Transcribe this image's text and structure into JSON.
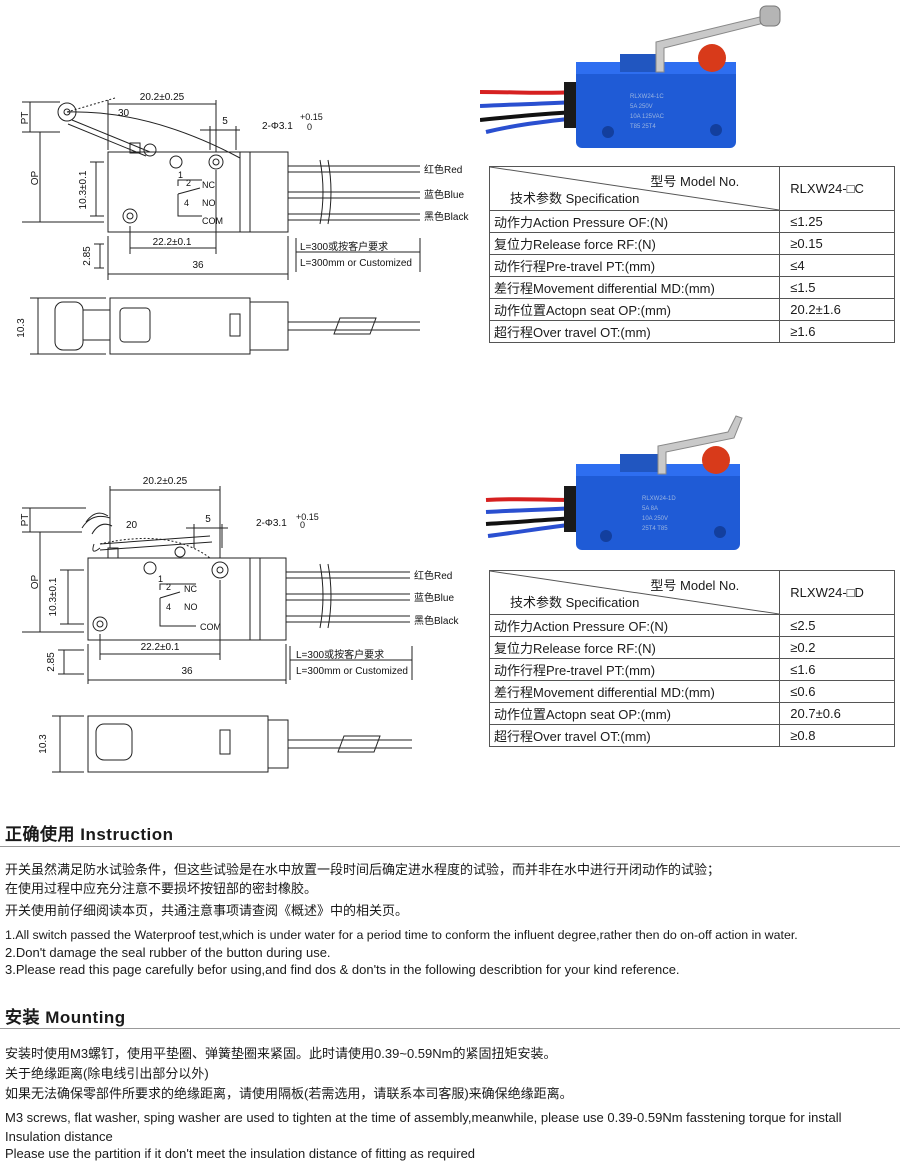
{
  "drawing1": {
    "pt": "PT",
    "op": "OP",
    "angle": "30",
    "dim_top": "20.2±0.25",
    "dim_5": "5",
    "hole": "2-Φ3.1",
    "hole_tol_up": "+0.15",
    "hole_tol_low": "0",
    "dim_height": "10.3±0.1",
    "dim_bottom": "22.2±0.1",
    "dim_285": "2.85",
    "dim_36": "36",
    "nc": "NC",
    "no": "NO",
    "com": "COM",
    "pin1": "1",
    "pin2": "2",
    "pin4": "4",
    "wire_red": "红色Red",
    "wire_blue": "蓝色Blue",
    "wire_black": "黑色Black",
    "length_cn": "L=300或按客户要求",
    "length_en": "L=300mm or Customized",
    "side_height": "10.3"
  },
  "drawing2": {
    "pt": "PT",
    "op": "OP",
    "angle": "20",
    "dim_top": "20.2±0.25",
    "dim_5": "5",
    "hole": "2-Φ3.1",
    "hole_tol_up": "+0.15",
    "hole_tol_low": "0",
    "dim_height": "10.3±0.1",
    "dim_bottom": "22.2±0.1",
    "dim_285": "2.85",
    "dim_36": "36",
    "nc": "NC",
    "no": "NO",
    "com": "COM",
    "pin1": "1",
    "pin2": "2",
    "pin4": "4",
    "wire_red": "红色Red",
    "wire_blue": "蓝色Blue",
    "wire_black": "黑色Black",
    "length_cn": "L=300或按客户要求",
    "length_en": "L=300mm or Customized",
    "side_height": "10.3"
  },
  "photo1": {
    "body_text": [
      "RLXW24-1C",
      "5A 250V",
      "10A 125VAC",
      "T85 25T4"
    ]
  },
  "photo2": {
    "body_text": [
      "RLXW24-1D",
      "5A 8A",
      "10A 250V",
      "25T4 T85"
    ]
  },
  "table1": {
    "header_model": "型号 Model No.",
    "header_spec": "技术参数 Specification",
    "model": "RLXW24-□C",
    "rows": [
      {
        "param": "动作力Action Pressure OF:(N)",
        "value": "≤1.25"
      },
      {
        "param": "复位力Release force RF:(N)",
        "value": "≥0.15"
      },
      {
        "param": "动作行程Pre-travel PT:(mm)",
        "value": "≤4"
      },
      {
        "param": "差行程Movement differential MD:(mm)",
        "value": "≤1.5"
      },
      {
        "param": "动作位置Actopn seat OP:(mm)",
        "value": "20.2±1.6"
      },
      {
        "param": "超行程Over travel OT:(mm)",
        "value": "≥1.6"
      }
    ]
  },
  "table2": {
    "header_model": "型号 Model No.",
    "header_spec": "技术参数 Specification",
    "model": "RLXW24-□D",
    "rows": [
      {
        "param": "动作力Action Pressure OF:(N)",
        "value": "≤2.5"
      },
      {
        "param": "复位力Release force RF:(N)",
        "value": "≥0.2"
      },
      {
        "param": "动作行程Pre-travel PT:(mm)",
        "value": "≤1.6"
      },
      {
        "param": "差行程Movement differential MD:(mm)",
        "value": "≤0.6"
      },
      {
        "param": "动作位置Actopn seat OP:(mm)",
        "value": "20.7±0.6"
      },
      {
        "param": "超行程Over travel OT:(mm)",
        "value": "≥0.8"
      }
    ]
  },
  "instruction": {
    "title": "正确使用 Instruction",
    "lines": [
      "开关虽然满足防水试验条件，但这些试验是在水中放置一段时间后确定进水程度的试验，而并非在水中进行开闭动作的试验；",
      "在使用过程中应充分注意不要损坏按钮部的密封橡胶。",
      "开关使用前仔细阅读本页，共通注意事项请查阅《概述》中的相关页。",
      "1.All switch passed the Waterproof test,which is under water for a period time to conform the influent degree,rather then do on-off action in water.",
      "2.Don't damage the seal rubber of the button during use.",
      "3.Please read this page carefully befor using,and find dos & don'ts in the following describtion for your kind reference."
    ]
  },
  "mounting": {
    "title": "安装 Mounting",
    "lines": [
      "安装时使用M3螺钉，使用平垫圈、弹簧垫圈来紧固。此时请使用0.39~0.59Nm的紧固扭矩安装。",
      "关于绝缘距离(除电线引出部分以外)",
      "如果无法确保零部件所要求的绝缘距离，请使用隔板(若需选用，请联系本司客服)来确保绝缘距离。",
      "M3 screws, flat washer, sping washer are used to tighten at the time of assembly,meanwhile, please use 0.39-0.59Nm fasstening torque for install",
      "Insulation distance",
      "Please use the partition if it don't meet the insulation distance of fitting as required"
    ]
  }
}
